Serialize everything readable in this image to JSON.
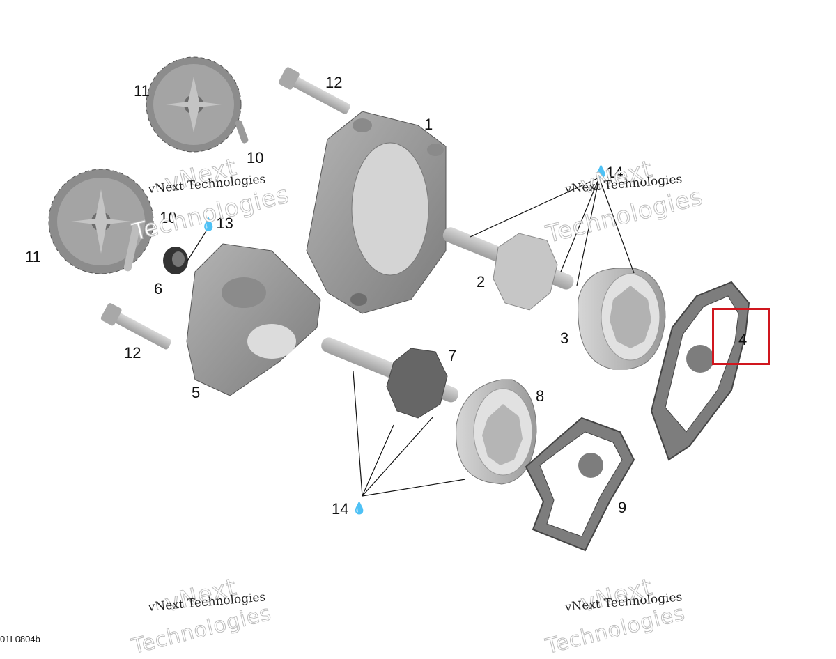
{
  "callouts": {
    "c1": "1",
    "c2": "2",
    "c3": "3",
    "c4": "4",
    "c5": "5",
    "c6": "6",
    "c7": "7",
    "c8": "8",
    "c9": "9",
    "c10a": "10",
    "c10b": "10",
    "c11a": "11",
    "c11b": "11",
    "c12a": "12",
    "c12b": "12",
    "c13": "13",
    "c14a": "14",
    "c14b": "14"
  },
  "watermark": {
    "brand": "vNext Technologies",
    "line1": "vNext",
    "line2": "Technologies"
  },
  "diagram_code": "01L0804b",
  "colors": {
    "highlight": "#d0161e",
    "part_fill": "#9a9a9a",
    "part_dark": "#6e6e6e",
    "part_light": "#c8c8c8",
    "gasket": "#7a7a7a"
  },
  "icons": {
    "lubricant": "oil-drop-icon"
  }
}
